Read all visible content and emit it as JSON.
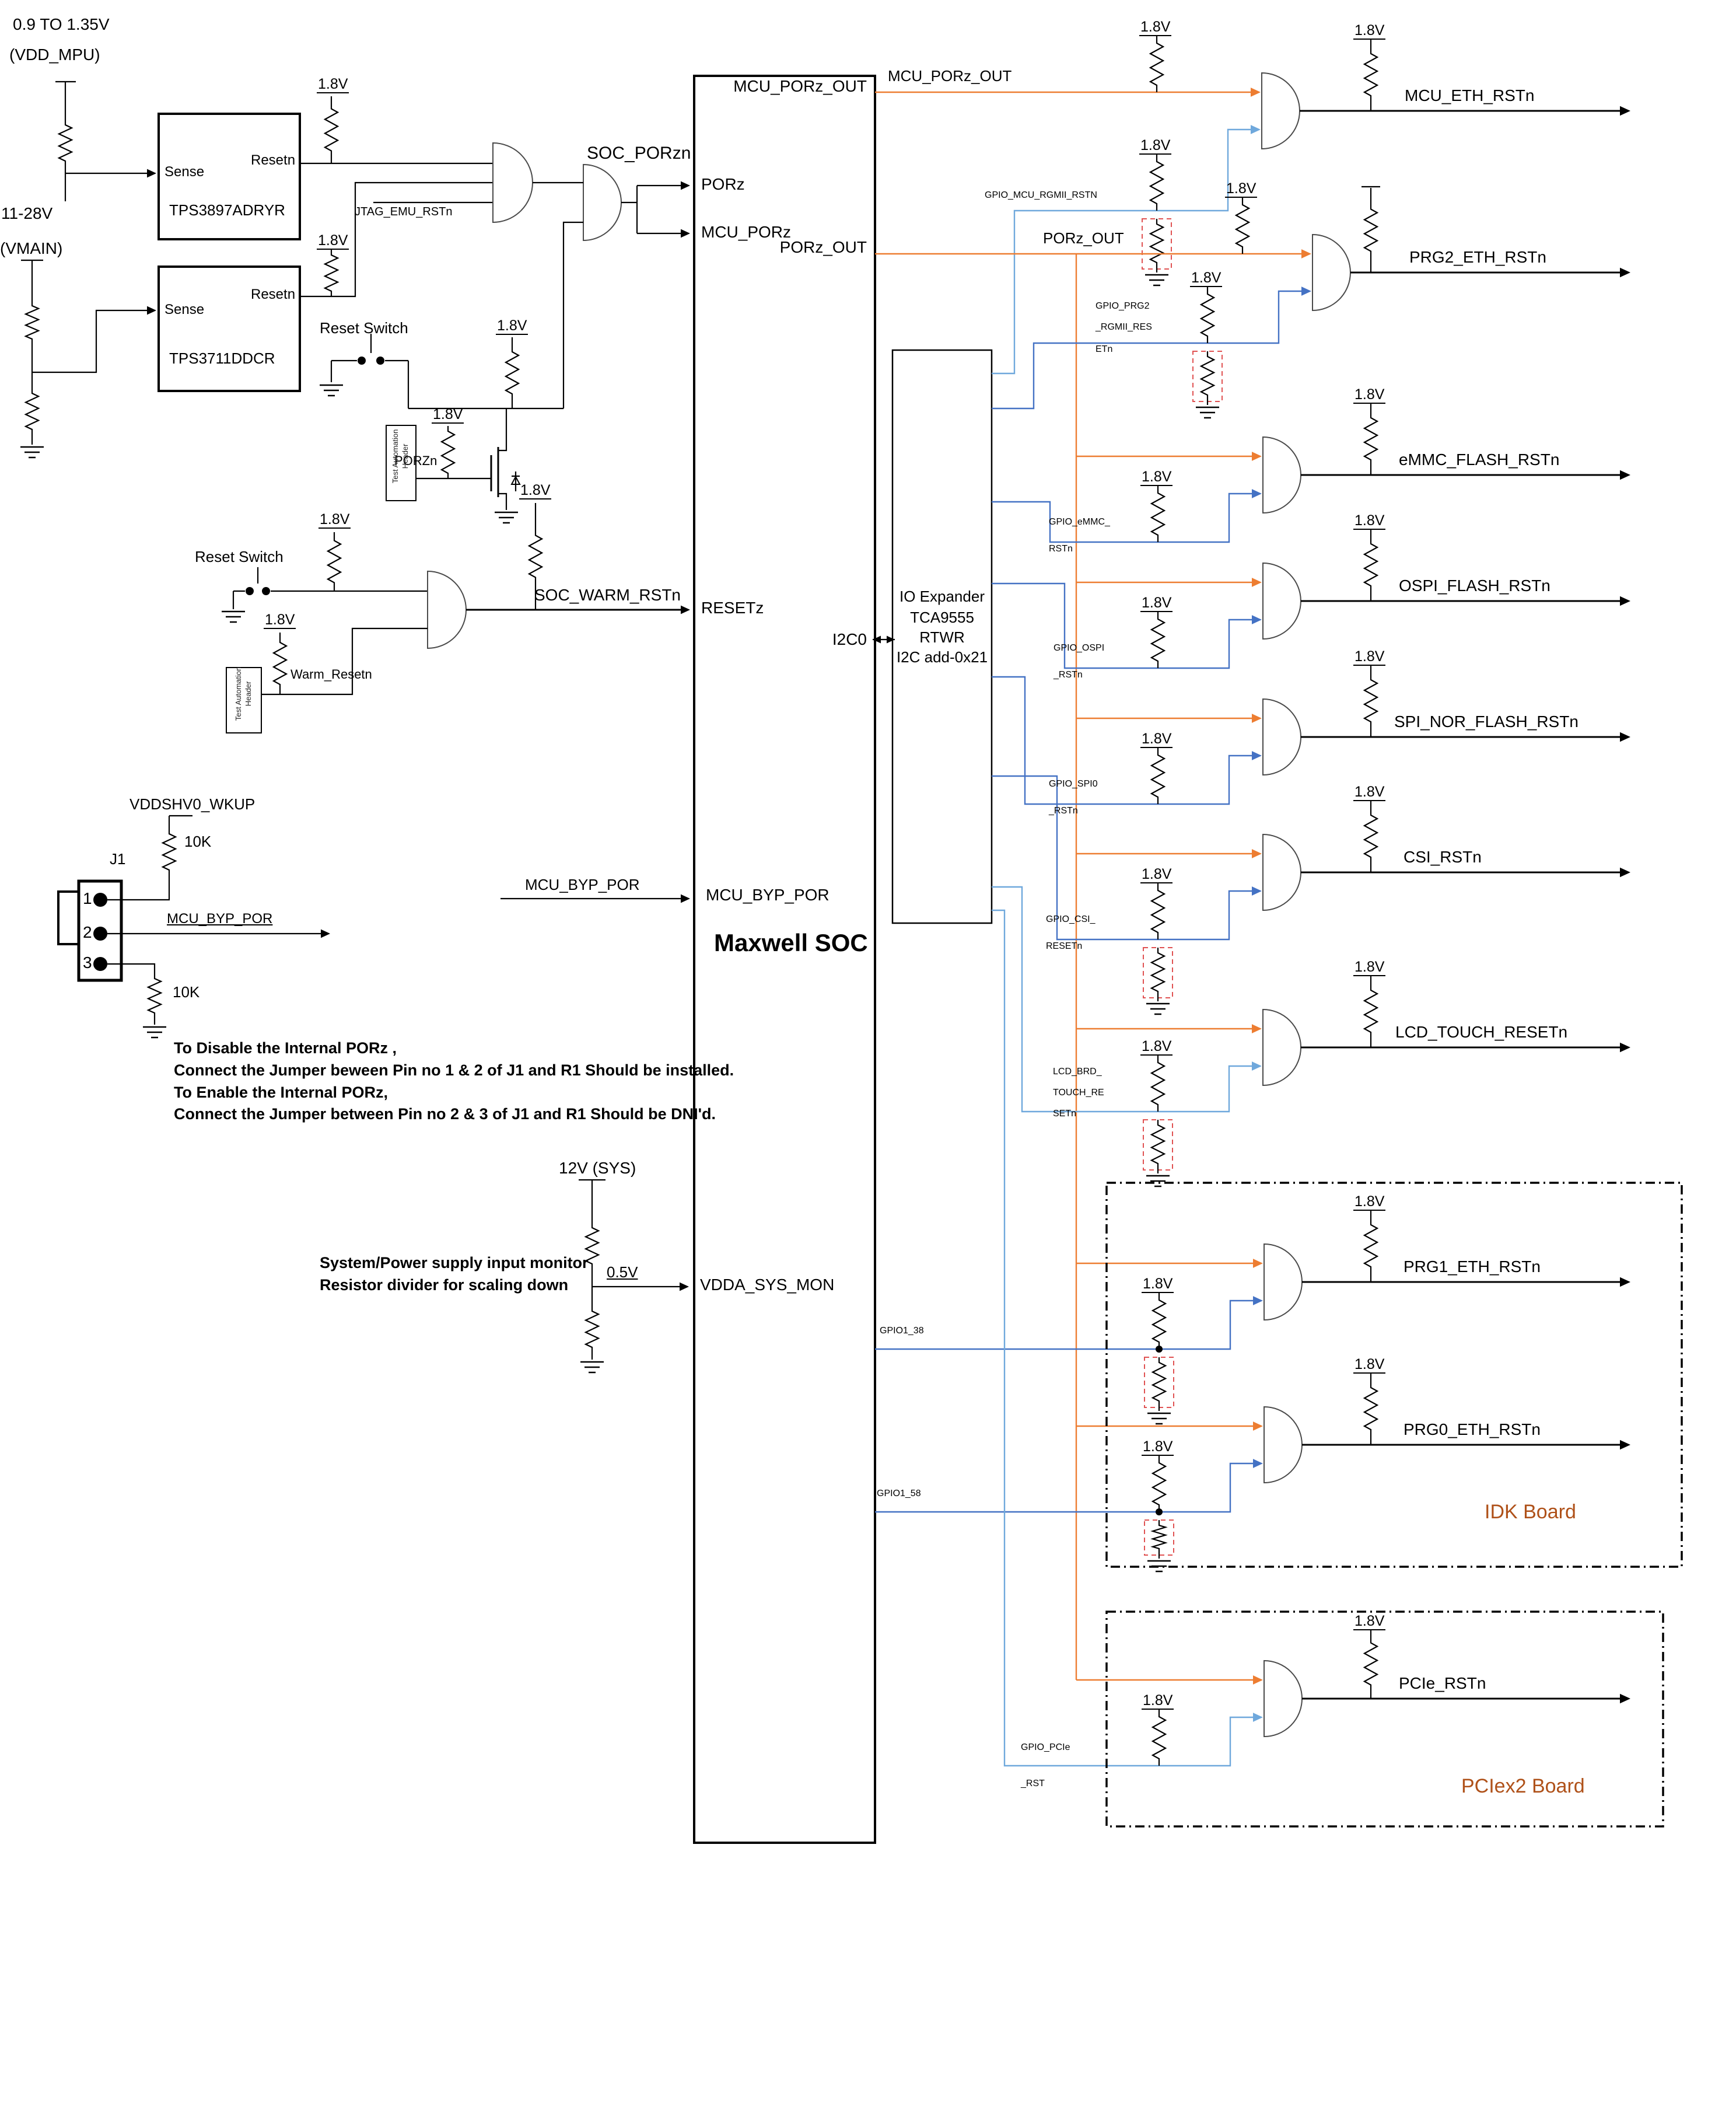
{
  "diagram": {
    "voltages": {
      "v18": "1.8V",
      "v05": "0.5V",
      "v12": "12V (SYS)",
      "r10k": "10K",
      "vdd_range": "0.9 TO 1.35V",
      "vdd_name": "(VDD_MPU)",
      "vmain_range": "11-28V",
      "vmain_name": "(VMAIN)"
    },
    "supervisors": [
      {
        "part": "TPS3897ADRYR",
        "sense": "Sense",
        "resetn": "Resetn"
      },
      {
        "part": "TPS3711DDCR",
        "sense": "Sense",
        "resetn": "Resetn"
      }
    ],
    "signals": {
      "jtag": "JTAG_EMU_RSTn",
      "soc_porzn": "SOC_PORzn",
      "porzn": "PORZn",
      "warm_resetn": "Warm_Resetn",
      "soc_warm": "SOC_WARM_RSTn",
      "mcu_byp_por": "MCU_BYP_POR",
      "vddshv0": "VDDSHV0_WKUP",
      "mcu_porz_out": "MCU_PORz_OUT",
      "porz_out": "PORz_OUT"
    },
    "reset_switch": "Reset Switch",
    "tah": "Test Automation Header",
    "j1": {
      "name": "J1",
      "pin1": "1",
      "pin2": "2",
      "pin3": "3"
    },
    "soc": {
      "title": "Maxwell SOC",
      "pins": {
        "mcu_porz_out": "MCU_PORz_OUT",
        "porz": "PORz",
        "mcu_porz": "MCU_PORz",
        "porz_out": "PORz_OUT",
        "resetz": "RESETz",
        "i2c0": "I2C0",
        "mcu_byp_por": "MCU_BYP_POR",
        "vdda_sys_mon": "VDDA_SYS_MON"
      }
    },
    "io_expander": {
      "lines": [
        "IO Expander",
        "TCA9555",
        "RTWR",
        "I2C add-0x21"
      ]
    },
    "notes_j1": [
      "To Disable the Internal PORz ,",
      "Connect the Jumper beween Pin no 1 & 2 of  J1  and R1 Should be installed.",
      "To Enable the Internal PORz,",
      "Connect  the Jumper between Pin no 2 & 3 of J1 and R1 Should be DNI'd."
    ],
    "notes_sysmon": [
      "System/Power supply input monitor",
      "Resistor divider for scaling down"
    ],
    "boards": {
      "idk": "IDK Board",
      "pciex2": "PCIex2 Board"
    },
    "gates": [
      {
        "output": "MCU_ETH_RSTn",
        "gpio": [
          "GPIO_MCU_RGMII_RSTN"
        ],
        "dni": true,
        "orange_pullup": true,
        "out_v18": true
      },
      {
        "output": "PRG2_ETH_RSTn",
        "gpio": [
          "GPIO_PRG2",
          "_RGMII_RES",
          "ETn"
        ],
        "dni": true,
        "orange_pullup": true,
        "out_v18": false
      },
      {
        "output": "eMMC_FLASH_RSTn",
        "gpio": [
          "GPIO_eMMC_",
          "RSTn"
        ],
        "dni": false,
        "orange_pullup": false,
        "out_v18": true
      },
      {
        "output": "OSPI_FLASH_RSTn",
        "gpio": [
          "GPIO_OSPI",
          "_RSTn"
        ],
        "dni": false,
        "orange_pullup": false,
        "out_v18": true
      },
      {
        "output": "SPI_NOR_FLASH_RSTn",
        "gpio": [
          "GPIO_SPI0",
          "_RSTn"
        ],
        "dni": false,
        "orange_pullup": false,
        "out_v18": true
      },
      {
        "output": "CSI_RSTn",
        "gpio": [
          "GPIO_CSI_",
          "RESETn"
        ],
        "dni": true,
        "orange_pullup": false,
        "out_v18": true
      },
      {
        "output": "LCD_TOUCH_RESETn",
        "gpio": [
          "LCD_BRD_",
          "TOUCH_RE",
          "SETn"
        ],
        "dni": true,
        "orange_pullup": false,
        "out_v18": true
      },
      {
        "output": "PRG1_ETH_RSTn",
        "gpio": [
          "GPIO1_38"
        ],
        "dni": true,
        "orange_pullup": false,
        "out_v18": true
      },
      {
        "output": "PRG0_ETH_RSTn",
        "gpio": [
          "GPIO1_58"
        ],
        "dni": true,
        "orange_pullup": false,
        "out_v18": true
      },
      {
        "output": "PCIe_RSTn",
        "gpio": [
          "GPIO_PCIe",
          "_RST"
        ],
        "dni": false,
        "orange_pullup": false,
        "out_v18": true
      }
    ],
    "colors": {
      "orange": "#ED7D31",
      "blue": "#4472C4",
      "blue_light": "#6FA8DC",
      "dni_red": "#E05252",
      "board_label": "#AF5119"
    }
  }
}
